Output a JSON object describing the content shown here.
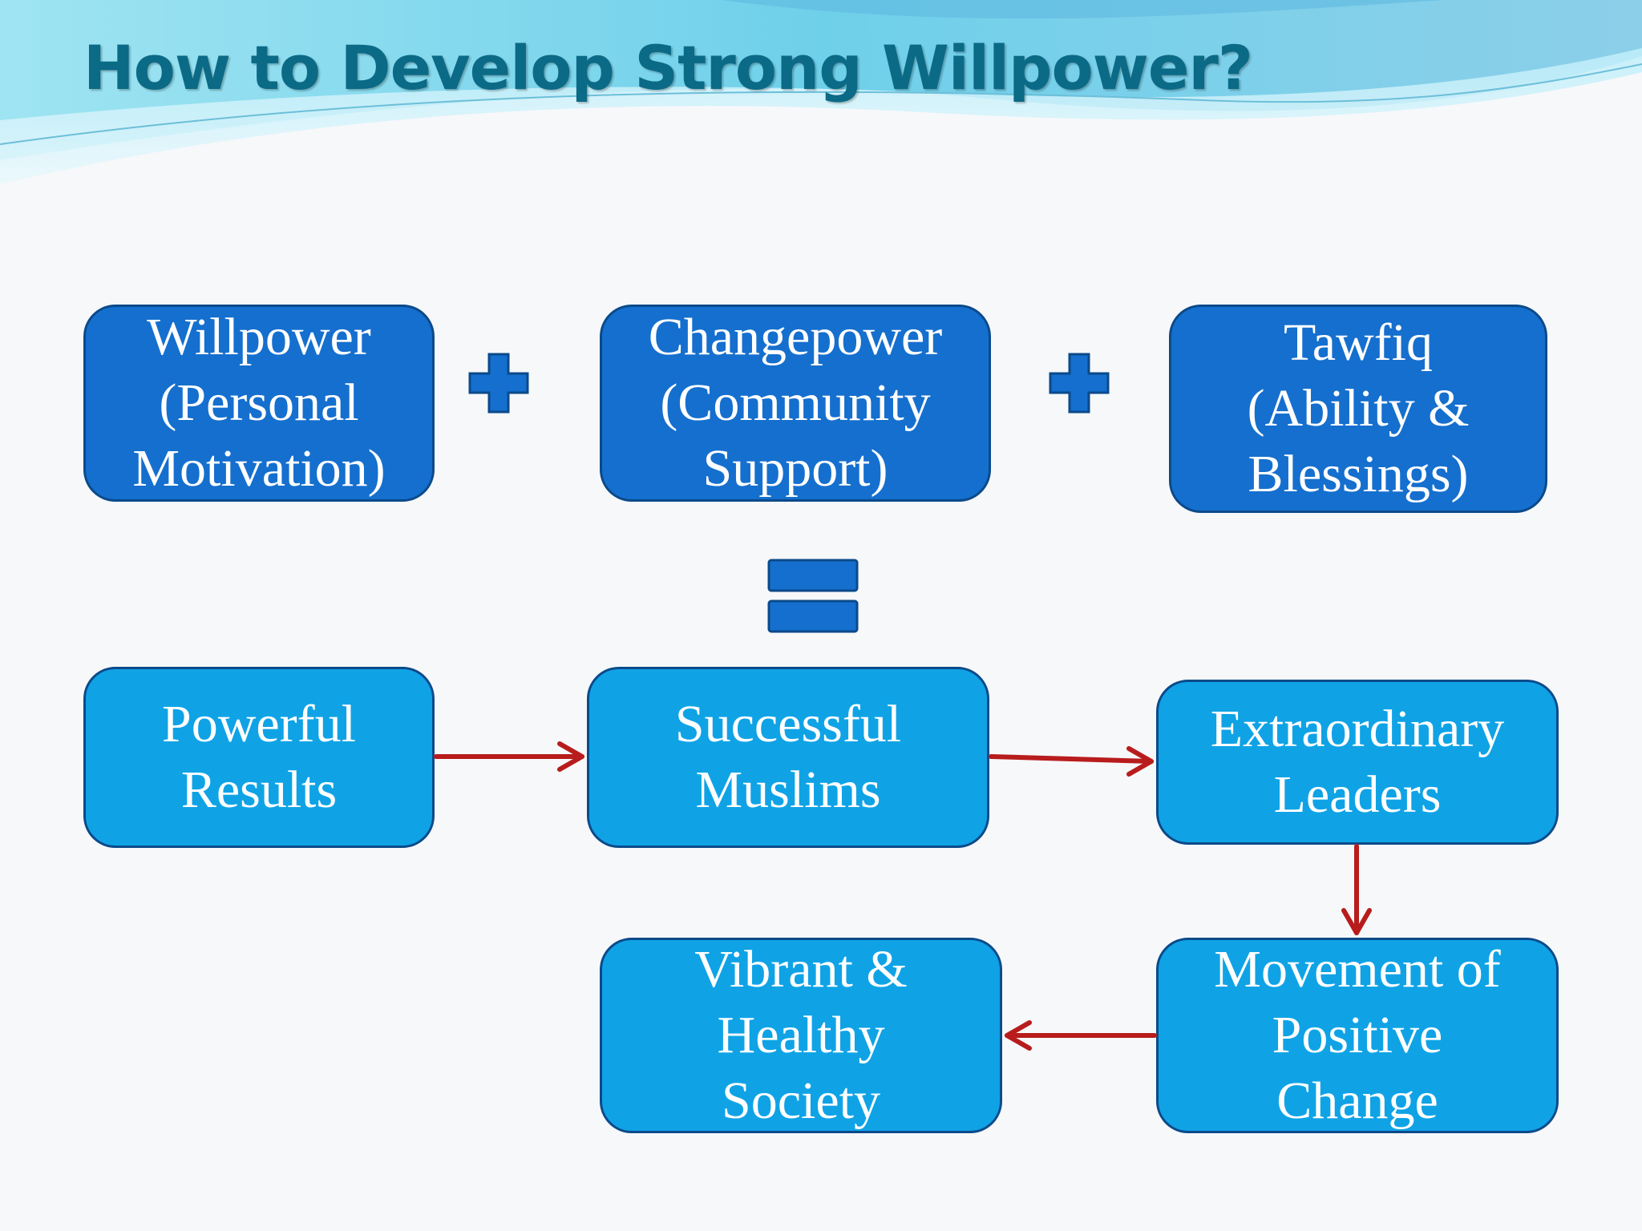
{
  "title": "How to Develop Strong Willpower?",
  "colors": {
    "title": "#0b6a86",
    "top_box_fill": "#156fce",
    "bottom_box_fill": "#0fa3e6",
    "box_border": "#0b4a8a",
    "arrow": "#b81c1c",
    "header_wave": "#7fd4ee"
  },
  "equation": {
    "terms": [
      {
        "lines": [
          "Willpower",
          "(Personal",
          "Motivation)"
        ]
      },
      {
        "lines": [
          "Changepower",
          "(Community",
          "Support)"
        ]
      },
      {
        "lines": [
          "Tawfiq",
          "(Ability &",
          "Blessings)"
        ]
      }
    ],
    "operators": [
      "plus-icon",
      "plus-icon",
      "equals-icon"
    ]
  },
  "flow": {
    "steps": [
      {
        "lines": [
          "Powerful",
          "Results"
        ]
      },
      {
        "lines": [
          "Successful",
          "Muslims"
        ]
      },
      {
        "lines": [
          "Extraordinary",
          "Leaders"
        ]
      },
      {
        "lines": [
          "Movement of",
          "Positive",
          "Change"
        ]
      },
      {
        "lines": [
          "Vibrant &",
          "Healthy",
          "Society"
        ]
      }
    ]
  }
}
